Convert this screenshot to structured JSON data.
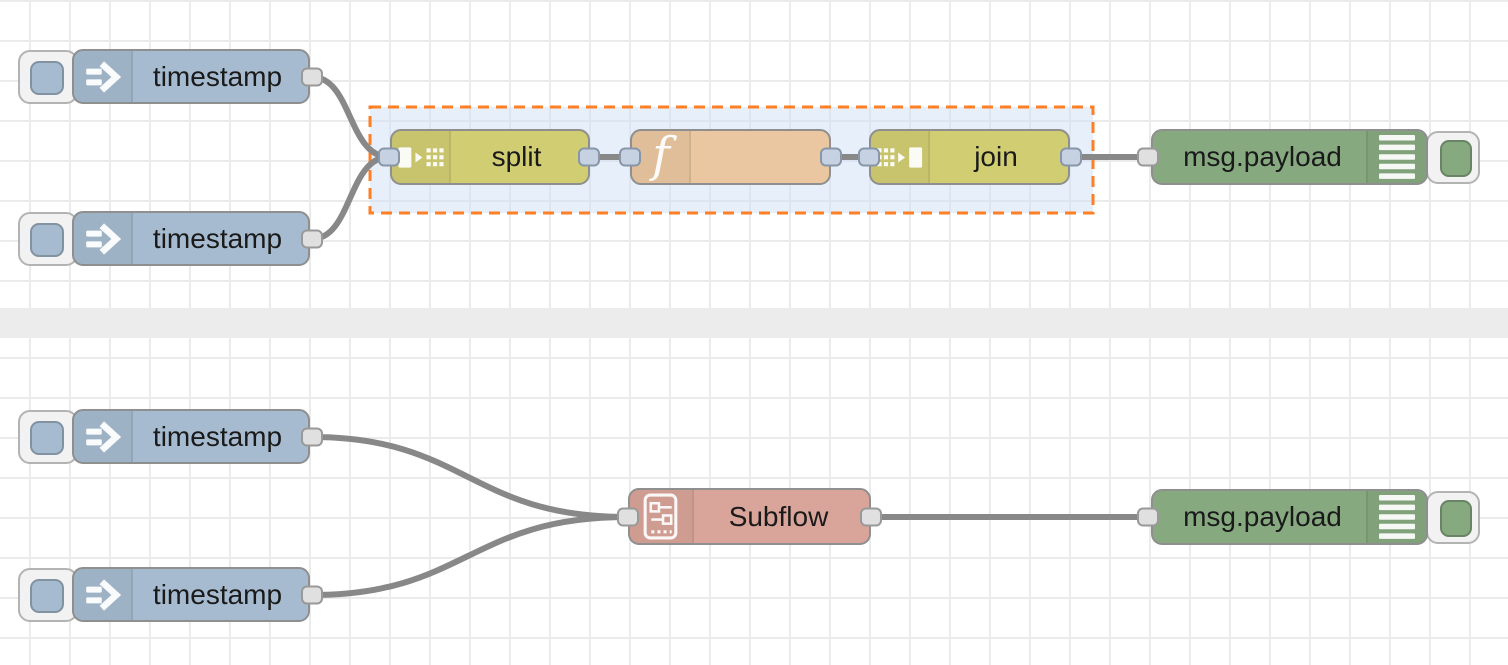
{
  "app": {
    "name": "Node-RED flow editor canvas"
  },
  "palette": {
    "canvas_bg": "#ffffff",
    "grid_line": "#ebebeb",
    "band": "#ececec",
    "node_border": "#8f8f8f",
    "inject_node": "#a6bbcf",
    "split_join_node": "#d1cd72",
    "function_node": "#eac7a0",
    "debug_node": "#87a980",
    "subflow_node": "#d9a499",
    "wire": "#888888",
    "selection_border": "#ff7f27",
    "selection_fill": "#cfe0f5",
    "port_fill": "#e0e0e0",
    "port_border": "#999999",
    "port_fill_selected": "#c6d2e2",
    "port_border_selected": "#8796a9"
  },
  "nodes": {
    "inject_top_1": {
      "label": "timestamp",
      "type": "inject",
      "icon": "inject-arrow-icon"
    },
    "inject_top_2": {
      "label": "timestamp",
      "type": "inject",
      "icon": "inject-arrow-icon"
    },
    "split": {
      "label": "split",
      "type": "split",
      "icon": "split-icon"
    },
    "function": {
      "label": "",
      "type": "function",
      "icon": "function-f-icon"
    },
    "join": {
      "label": "join",
      "type": "join",
      "icon": "join-icon"
    },
    "debug_top": {
      "label": "msg.payload",
      "type": "debug",
      "icon": "debug-list-icon"
    },
    "inject_bottom_1": {
      "label": "timestamp",
      "type": "inject",
      "icon": "inject-arrow-icon"
    },
    "inject_bottom_2": {
      "label": "timestamp",
      "type": "inject",
      "icon": "inject-arrow-icon"
    },
    "subflow": {
      "label": "Subflow",
      "type": "subflow",
      "icon": "subflow-icon"
    },
    "debug_bottom": {
      "label": "msg.payload",
      "type": "debug",
      "icon": "debug-list-icon"
    }
  }
}
